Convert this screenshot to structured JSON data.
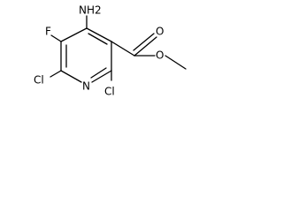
{
  "molecule": {
    "atoms": {
      "amino": "NH2",
      "fluoro": "F",
      "chloro_left": "Cl",
      "chloro_right": "Cl",
      "ring_nitrogen": "N",
      "carbonyl_oxygen": "O",
      "ester_oxygen": "O"
    }
  },
  "colors": {
    "bond": "#000000",
    "label": "#000000",
    "background": "#ffffff"
  }
}
